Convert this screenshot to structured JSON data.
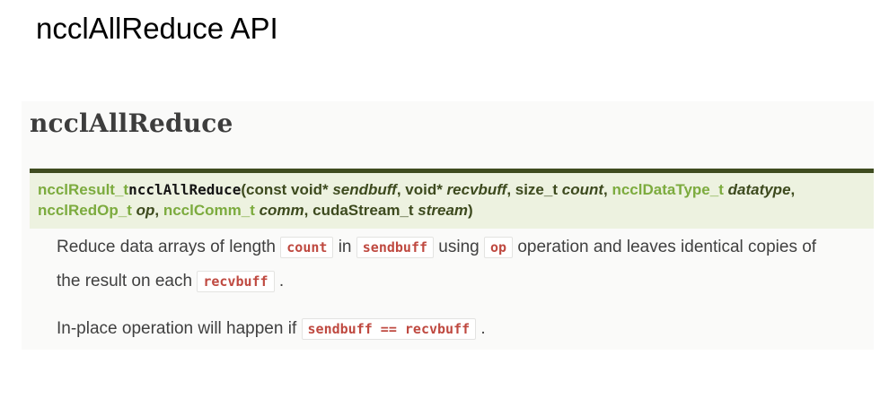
{
  "page": {
    "title": "ncclAllReduce API"
  },
  "colors": {
    "card_background": "#fafaf9",
    "signature_background": "#edf2e0",
    "signature_rule": "#3f4c20",
    "link_green": "#7cab3e",
    "signature_text": "#3d4a1e",
    "body_text": "#404040",
    "inline_code_red": "#bf4940",
    "inline_code_border": "#e3e3e1"
  },
  "card": {
    "heading": "ncclAllReduce",
    "signature": {
      "tokens": [
        {
          "text": "ncclResult_t",
          "style": "link"
        },
        {
          "text": "ncclAllReduce",
          "style": "name"
        },
        {
          "text": "(const void* ",
          "style": "plain"
        },
        {
          "text": "sendbuff",
          "style": "param"
        },
        {
          "text": ", void* ",
          "style": "plain"
        },
        {
          "text": "recvbuff",
          "style": "param"
        },
        {
          "text": ", size_t ",
          "style": "plain"
        },
        {
          "text": "count",
          "style": "param"
        },
        {
          "text": ", ",
          "style": "plain"
        },
        {
          "text": "ncclDataType_t",
          "style": "link"
        },
        {
          "text": " ",
          "style": "plain"
        },
        {
          "text": "datatype",
          "style": "param"
        },
        {
          "text": ", ",
          "style": "plain"
        },
        {
          "text": "ncclRedOp_t",
          "style": "link"
        },
        {
          "text": " ",
          "style": "plain"
        },
        {
          "text": "op",
          "style": "param"
        },
        {
          "text": ", ",
          "style": "plain"
        },
        {
          "text": "ncclComm_t",
          "style": "link"
        },
        {
          "text": " ",
          "style": "plain"
        },
        {
          "text": "comm",
          "style": "param"
        },
        {
          "text": ", cudaStream_t ",
          "style": "plain"
        },
        {
          "text": "stream",
          "style": "param"
        },
        {
          "text": ")",
          "style": "plain"
        }
      ]
    },
    "paragraphs": [
      {
        "tokens": [
          {
            "text": "Reduce data arrays of length ",
            "style": "text"
          },
          {
            "text": "count",
            "style": "code"
          },
          {
            "text": " in ",
            "style": "text"
          },
          {
            "text": "sendbuff",
            "style": "code"
          },
          {
            "text": " using ",
            "style": "text"
          },
          {
            "text": "op",
            "style": "code"
          },
          {
            "text": " operation and leaves identical copies of the result on each ",
            "style": "text"
          },
          {
            "text": "recvbuff",
            "style": "code"
          },
          {
            "text": " .",
            "style": "text"
          }
        ]
      },
      {
        "tokens": [
          {
            "text": "In-place operation will happen if ",
            "style": "text"
          },
          {
            "text": "sendbuff == recvbuff",
            "style": "code"
          },
          {
            "text": " .",
            "style": "text"
          }
        ]
      }
    ]
  }
}
